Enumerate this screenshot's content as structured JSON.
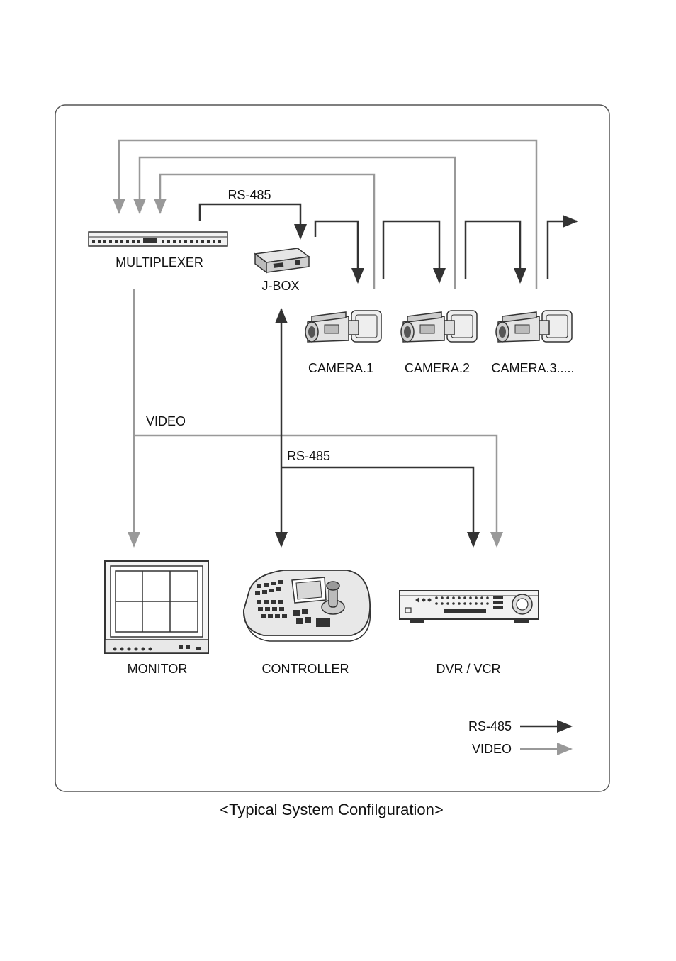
{
  "labels": {
    "multiplexer": "MULTIPLEXER",
    "jbox": "J-BOX",
    "camera1": "CAMERA.1",
    "camera2": "CAMERA.2",
    "camera3": "CAMERA.3.....",
    "video": "VIDEO",
    "rs485_top": "RS-485",
    "rs485_mid": "RS-485",
    "monitor": "MONITOR",
    "controller": "CONTROLLER",
    "dvr": "DVR / VCR"
  },
  "legend": {
    "rs485": "RS-485",
    "video": "VIDEO"
  },
  "caption": "<Typical System Confilguration>",
  "colors": {
    "rs485_line": "#333333",
    "video_line": "#999999",
    "frame": "#555555"
  }
}
